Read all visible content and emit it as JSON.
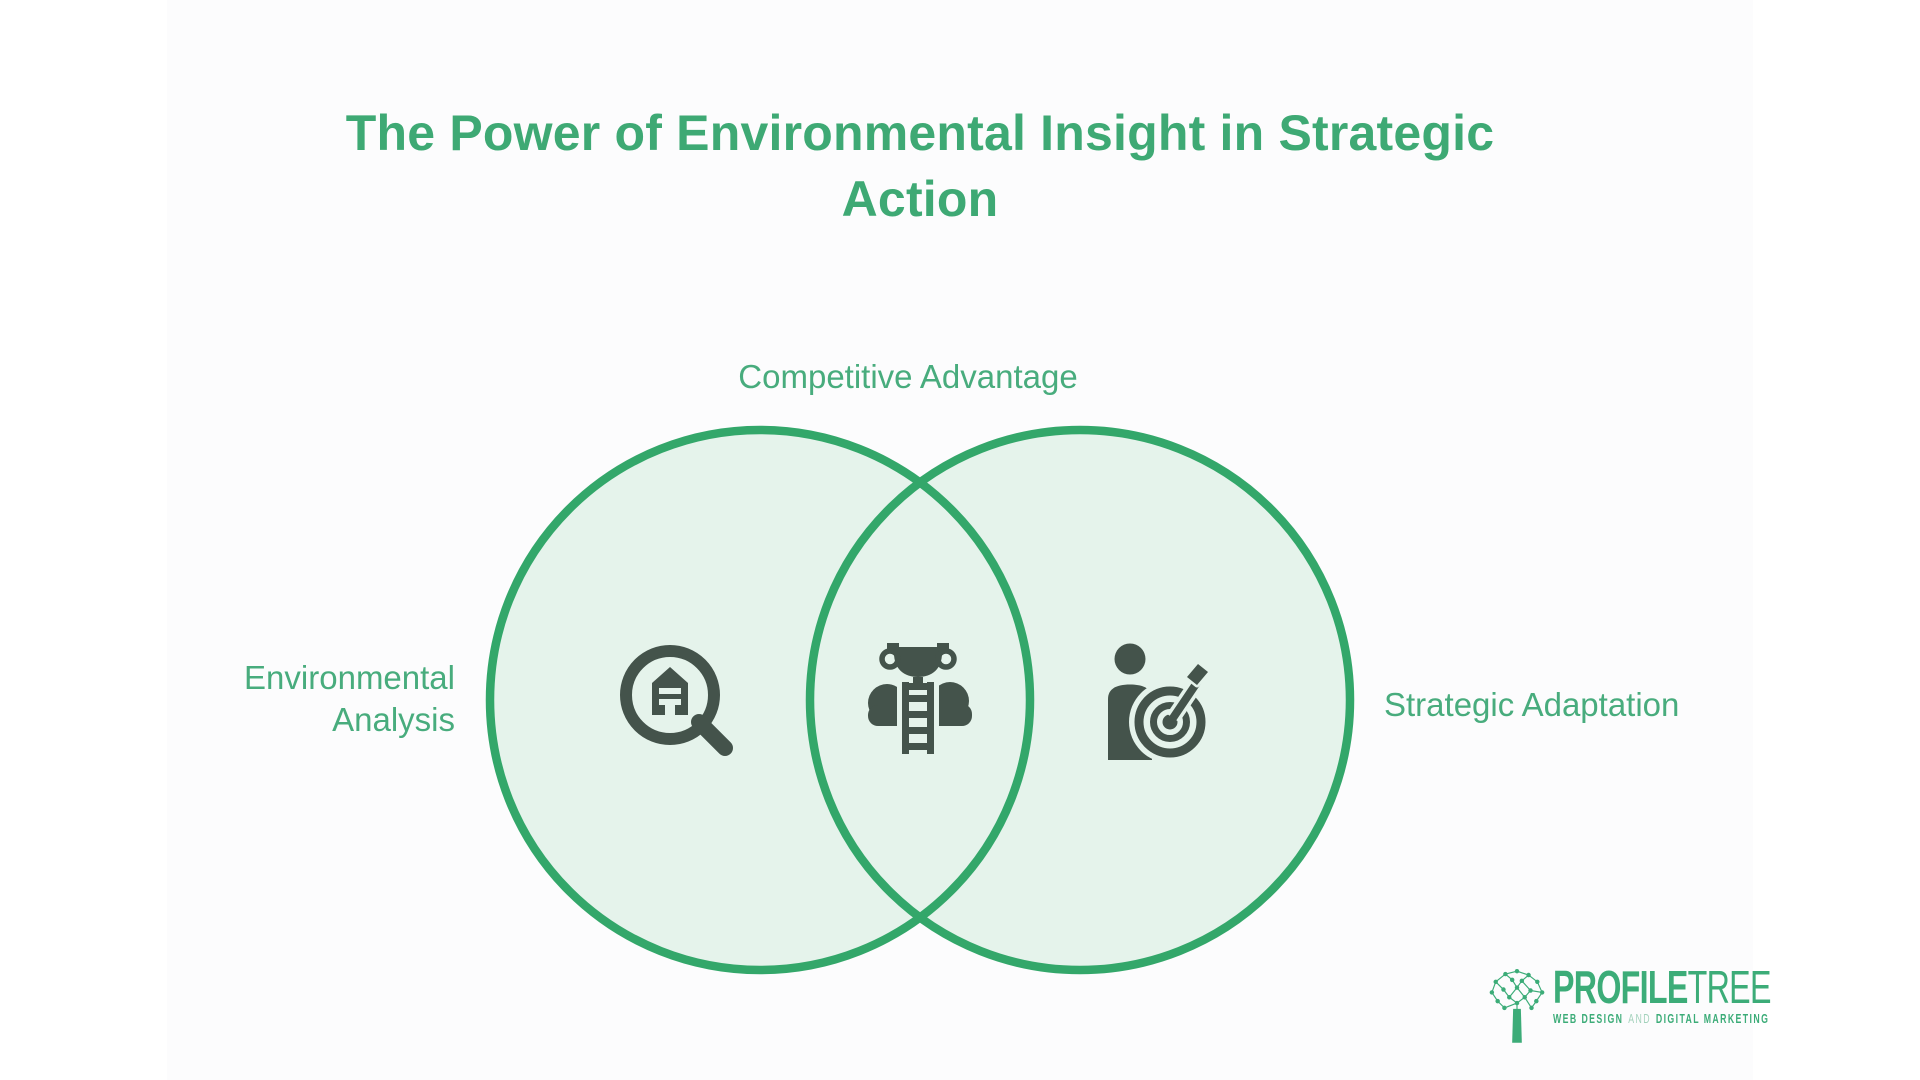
{
  "title": {
    "lines": [
      "The Power of Environmental Insight in Strategic",
      "Action"
    ]
  },
  "venn": {
    "top_label": "Competitive Advantage",
    "left_label": "Environmental Analysis",
    "right_label": "Strategic Adaptation",
    "icons": {
      "left": "magnifier-building-icon",
      "center": "trophy-ladder-clouds-icon",
      "right": "person-target-dart-icon"
    }
  },
  "colors": {
    "title_green": "#3EA974",
    "label_green": "#48AC7D",
    "circle_stroke": "#33A76A",
    "circle_fill": "#E5F3EB",
    "icon_dark": "#44534B",
    "logo_green": "#3CAC78",
    "logo_light_green": "#A3D2BC",
    "background": "#FCFCFD"
  },
  "logo": {
    "brand_primary": "PROFILE",
    "brand_secondary": "TREE",
    "tagline_left": "WEB DESIGN",
    "tagline_and": "AND",
    "tagline_right": "DIGITAL MARKETING"
  }
}
